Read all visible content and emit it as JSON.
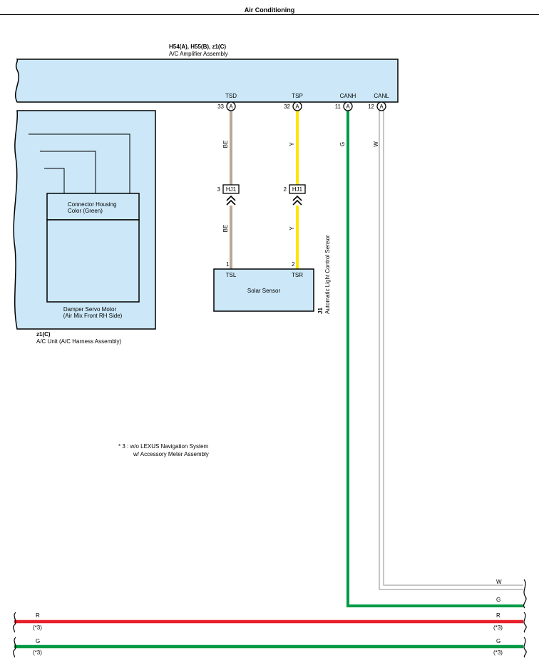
{
  "title": "Air Conditioning",
  "amplifier": {
    "connectors": "H54(A), H55(B), z1(C)",
    "name": "A/C Amplifier Assembly",
    "terminals": [
      {
        "name": "TSD",
        "pin": "33",
        "conn": "A"
      },
      {
        "name": "TSP",
        "pin": "32",
        "conn": "A"
      },
      {
        "name": "CANH",
        "pin": "11",
        "conn": "A"
      },
      {
        "name": "CANL",
        "pin": "12",
        "conn": "A"
      }
    ]
  },
  "ac_unit": {
    "connector": "z1(C)",
    "name": "A/C Unit (A/C Harness Assembly)",
    "housing_line1": "Connector Housing",
    "housing_line2": "Color (Green)",
    "motor_line1": "Damper Servo Motor",
    "motor_line2": "(Air Mix Front RH Side)"
  },
  "solar_sensor": {
    "name": "Solar Sensor",
    "connector": "J1",
    "side_label": "Automatic Light Control Sensor",
    "pins": [
      {
        "pin": "1",
        "name": "TSL"
      },
      {
        "pin": "2",
        "name": "TSR"
      }
    ]
  },
  "junctions": [
    {
      "id": "HJ1",
      "pin": "3"
    },
    {
      "id": "HJ1",
      "pin": "2"
    }
  ],
  "wires": {
    "tsd": {
      "color_code": "BE",
      "color": "#b9a896"
    },
    "tsp": {
      "color_code": "Y",
      "color": "#ffe400"
    },
    "canh": {
      "color_code": "G",
      "color": "#009a44"
    },
    "canl": {
      "color_code": "W",
      "color": "#a0a0a0"
    },
    "red": {
      "color_code": "R",
      "color": "#e8202a"
    },
    "green": {
      "color_code": "G",
      "color": "#009a44"
    }
  },
  "bottom_note": "(*3)",
  "footnote_line1": "* 3 : w/o LEXUS Navigation System",
  "footnote_line2": "w/ Accessory Meter Assembly",
  "colors": {
    "component_fill": "#cce8f8"
  }
}
